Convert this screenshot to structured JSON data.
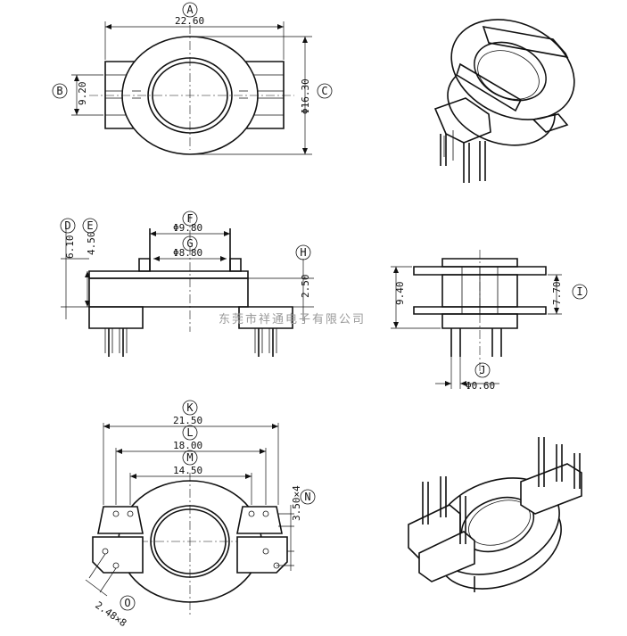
{
  "watermark": "东莞市祥通电子有限公司",
  "callouts": {
    "A": "A",
    "B": "B",
    "C": "C",
    "D": "D",
    "E": "E",
    "F": "F",
    "G": "G",
    "H": "H",
    "I": "I",
    "J": "J",
    "K": "K",
    "L": "L",
    "M": "M",
    "N": "N",
    "O": "O"
  },
  "dims": {
    "A": "22.60",
    "B": "9.20",
    "C": "Φ16.30",
    "D": "6.10",
    "E": "4.50",
    "F": "Φ9.80",
    "G": "Φ8.80",
    "H": "2.50",
    "I": "7.70",
    "I2": "9.40",
    "J": "Φ0.60",
    "K": "21.50",
    "L": "18.00",
    "M": "14.50",
    "N": "3.50×4",
    "O": "2.48×8"
  }
}
